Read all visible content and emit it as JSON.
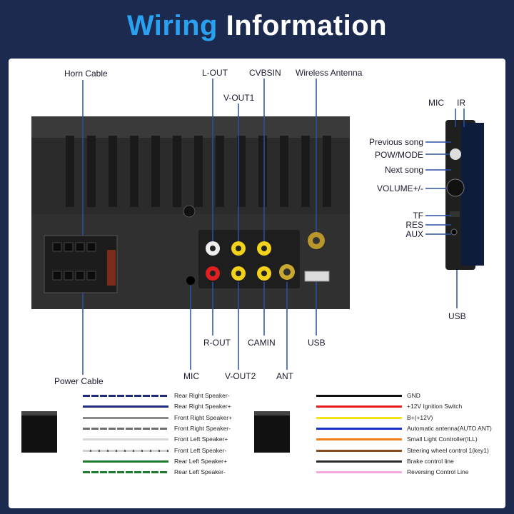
{
  "title": {
    "part1": "Wiring",
    "part2": "Information"
  },
  "colors": {
    "accent": "#2aa1f0",
    "background": "#1b2a4e",
    "line": "#2b4fa8"
  },
  "unit_labels": {
    "horn_cable": "Horn Cable",
    "power_cable": "Power Cable",
    "l_out": "L-OUT",
    "cvbsin": "CVBSIN",
    "wireless_antenna": "Wireless Antenna",
    "v_out1": "V-OUT1",
    "r_out": "R-OUT",
    "camin": "CAMIN",
    "usb": "USB",
    "mic": "MIC",
    "v_out2": "V-OUT2",
    "ant": "ANT"
  },
  "front_labels": {
    "mic": "MIC",
    "ir": "IR",
    "previous_song": "Previous song",
    "pow_mode": "POW/MODE",
    "next_song": "Next song",
    "volume": "VOLUME+/-",
    "tf": "TF",
    "res": "RES",
    "aux": "AUX",
    "usb": "USB"
  },
  "left_wires": [
    {
      "label": "Rear Right Speaker-",
      "color": "#1f2a7a",
      "stripe": "#ffffff"
    },
    {
      "label": "Rear Right Speaker+",
      "color": "#1f2a7a",
      "stripe": ""
    },
    {
      "label": "Front Right Speaker+",
      "color": "#8a8a8a",
      "stripe": ""
    },
    {
      "label": "Front Right Speaker-",
      "color": "#6e6e6e",
      "stripe": "#ffffff"
    },
    {
      "label": "Front Left Speaker+",
      "color": "#d8d8d8",
      "stripe": ""
    },
    {
      "label": "Front Left Speaker-",
      "color": "#cfcfcf",
      "stripe": "#555555"
    },
    {
      "label": "Rear Left Speaker+",
      "color": "#1e7a2e",
      "stripe": ""
    },
    {
      "label": "Rear Left Speaker-",
      "color": "#1e7a2e",
      "stripe": "#ffffff"
    }
  ],
  "right_wires": [
    {
      "label": "GND",
      "color": "#111111"
    },
    {
      "label": "+12V Ignition Switch",
      "color": "#e41b1b"
    },
    {
      "label": "B+(+12V)",
      "color": "#f2e21a"
    },
    {
      "label": "Automatic antenna(AUTO ANT)",
      "color": "#1a2fc4"
    },
    {
      "label": "Small Light Controller(ILL)",
      "color": "#f0801a"
    },
    {
      "label": "Steering wheel control 1(key1)",
      "color": "#8a4a1a"
    },
    {
      "label": "Brake control line",
      "color": "#2a2a2a"
    },
    {
      "label": "Reversing Control Line",
      "color": "#f2a8e0"
    }
  ]
}
